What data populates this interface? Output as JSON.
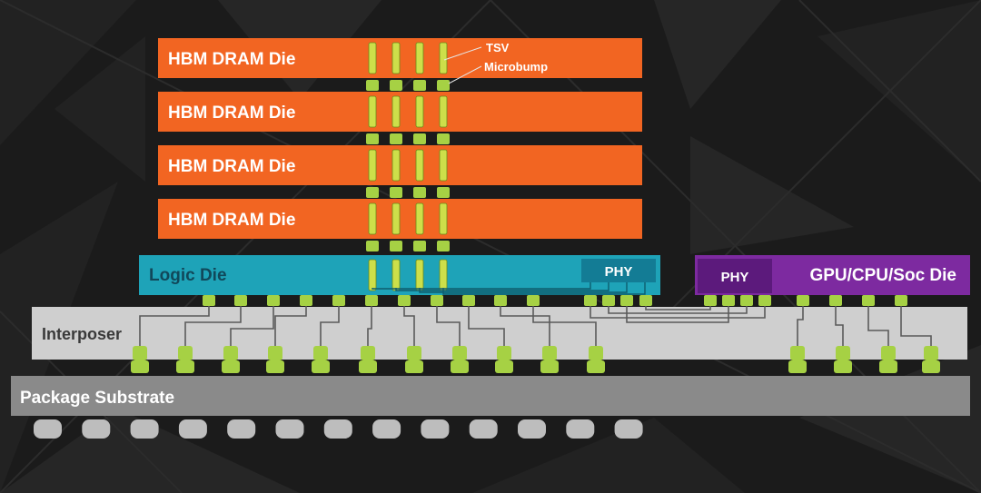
{
  "hbm_dies": [
    {
      "label": "HBM DRAM Die"
    },
    {
      "label": "HBM DRAM Die"
    },
    {
      "label": "HBM DRAM Die"
    },
    {
      "label": "HBM DRAM Die"
    }
  ],
  "callouts": {
    "tsv": "TSV",
    "microbump": "Microbump"
  },
  "logic_die": {
    "label": "Logic Die",
    "phy_label": "PHY"
  },
  "soc_die": {
    "label": "GPU/CPU/Soc Die",
    "phy_label": "PHY"
  },
  "interposer": {
    "label": "Interposer"
  },
  "substrate": {
    "label": "Package Substrate"
  },
  "colors": {
    "background": "#1b1b1b",
    "hbm_die": "#f26522",
    "logic_die": "#1ea3b8",
    "phy_block": "#137c95",
    "soc_die": "#7d2aa0",
    "soc_phy": "#5c1a7c",
    "interposer": "#cfcfcf",
    "substrate": "#8a8a8a",
    "bump": "#a6d144",
    "tsv": "#cddf4a",
    "ball": "#bdbdbd",
    "wire": "#5a5a5a"
  }
}
